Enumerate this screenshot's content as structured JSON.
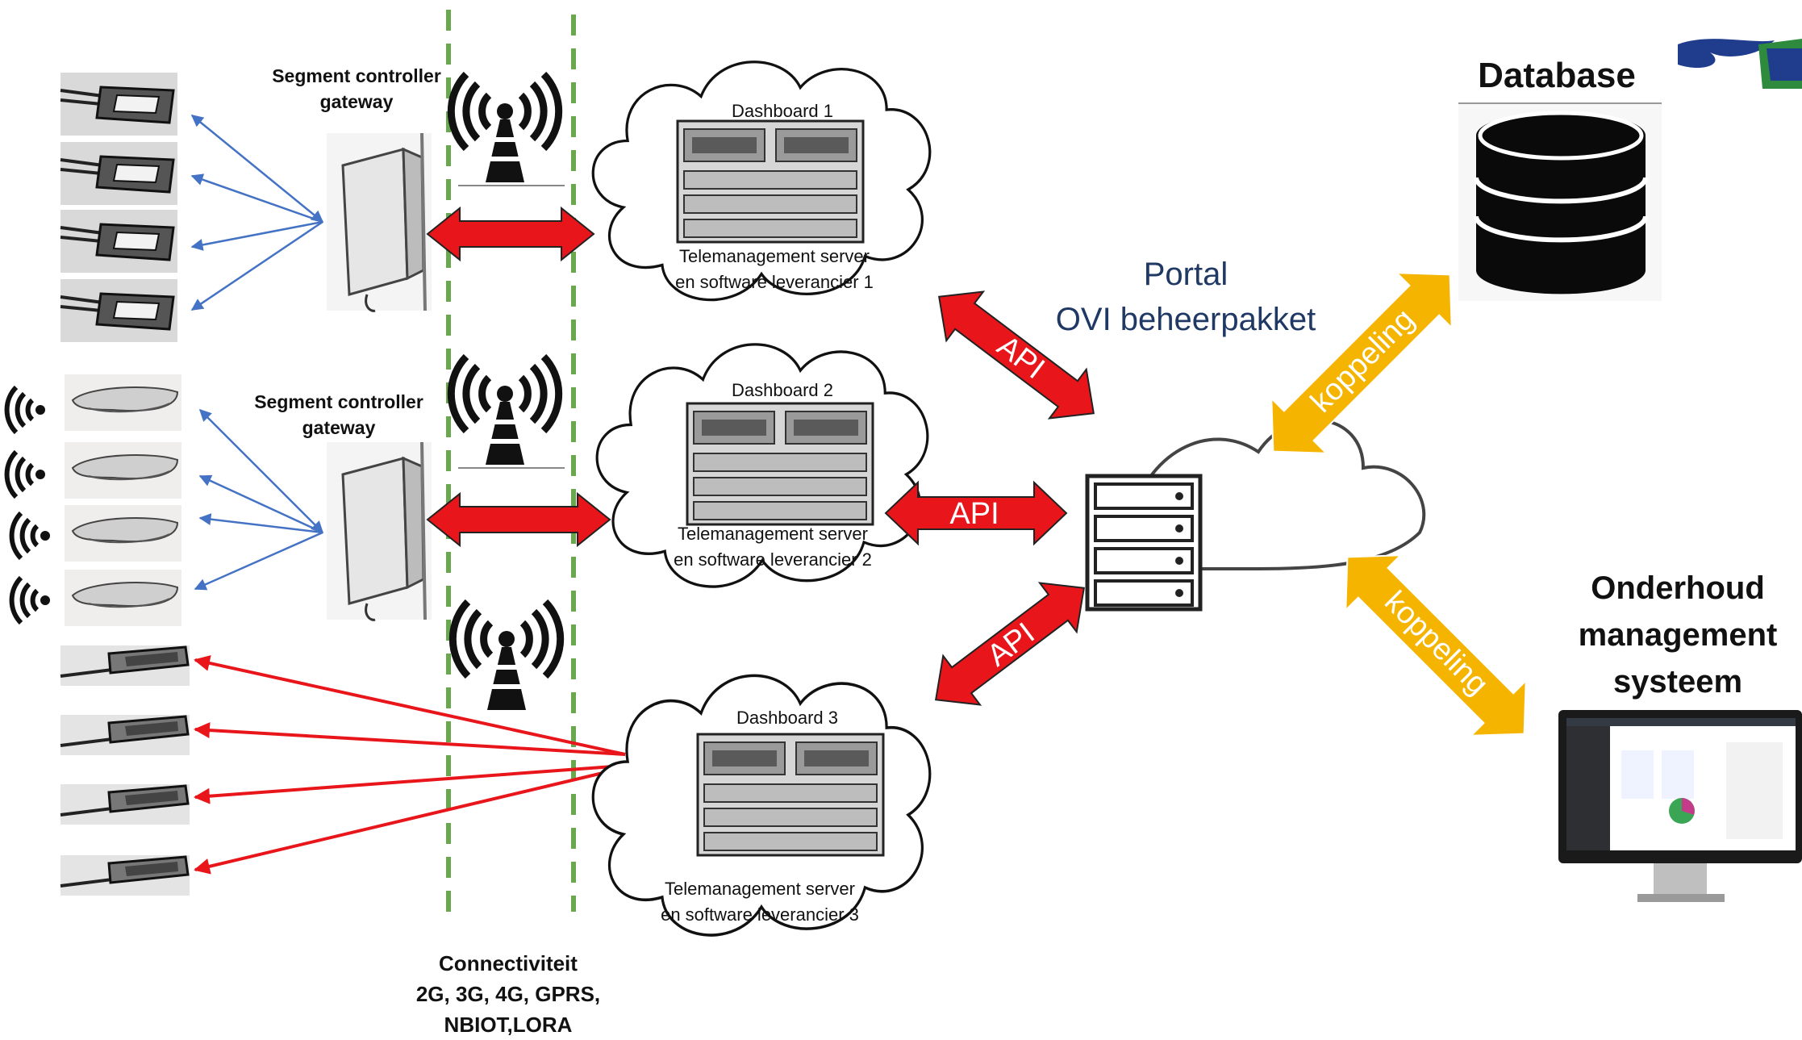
{
  "segment_gateway_1": "Segment controller\ngateway",
  "segment_gateway_2": "Segment controller\ngateway",
  "dashboards": [
    {
      "title": "Dashboard 1",
      "caption": "Telemanagement server\nen software leverancier 1"
    },
    {
      "title": "Dashboard 2",
      "caption": "Telemanagement server\nen software  leverancier 2"
    },
    {
      "title": "Dashboard 3",
      "caption": "Telemanagement server\nen software  leverancier 3"
    }
  ],
  "portal": "Portal\nOVI beheerpakket",
  "api_labels": [
    "API",
    "API",
    "API"
  ],
  "database_label": "Database",
  "koppeling_labels": [
    "koppeling",
    "koppeling"
  ],
  "maintenance_label": "Onderhoud\nmanagement\nsysteem",
  "connectivity": "Connectiviteit\n2G, 3G, 4G, GPRS,\nNBIOT,LORA",
  "colors": {
    "api_arrow": "#e8161b",
    "koppeling_arrow": "#f5b400",
    "connection_blue": "#4472c4",
    "connection_red": "#e8161b",
    "dashed_line": "#6aa84f",
    "portal_text": "#1f3864"
  },
  "icons": [
    "street-light-icon",
    "wireless-signal-icon",
    "antenna-tower-icon",
    "server-rack-icon",
    "cloud-icon",
    "database-icon",
    "monitor-icon",
    "logo-icon"
  ]
}
